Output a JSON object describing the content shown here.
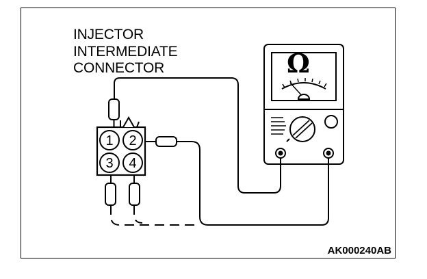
{
  "connector_label": {
    "line1": "INJECTOR",
    "line2": "INTERMEDIATE",
    "line3": "CONNECTOR"
  },
  "pins": [
    "1",
    "2",
    "3",
    "4"
  ],
  "meter_symbol": "Ω",
  "figure_code": "AK000240AB"
}
